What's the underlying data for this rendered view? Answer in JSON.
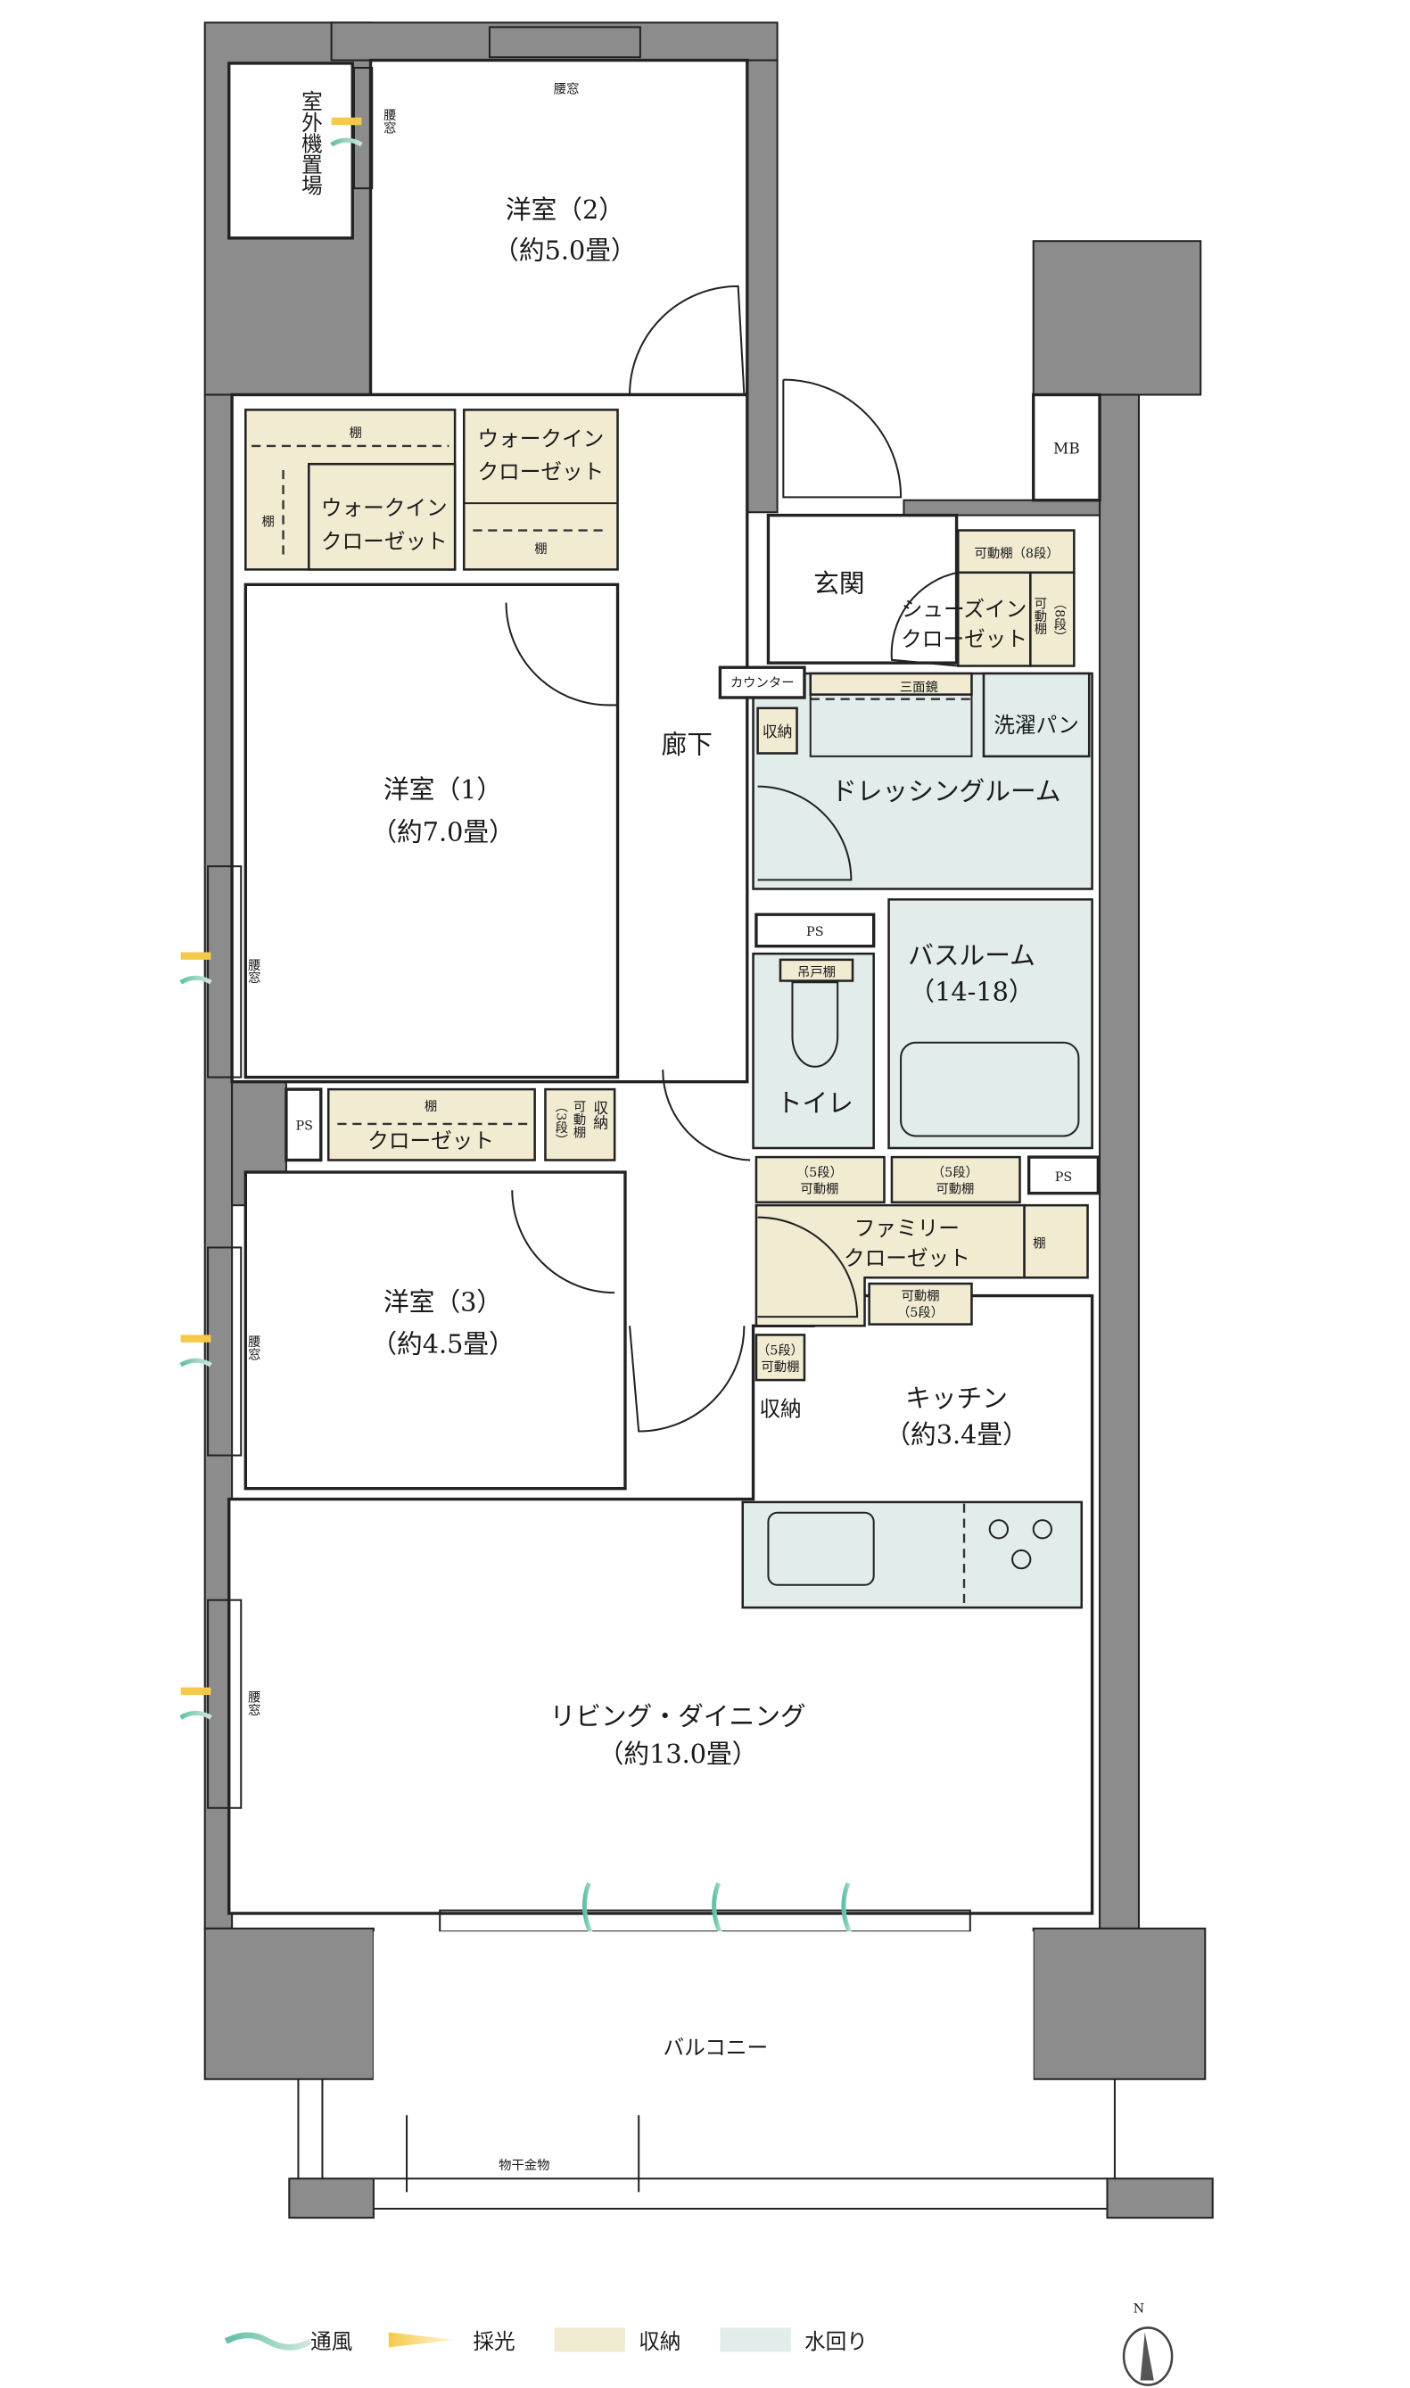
{
  "rooms": {
    "western2": {
      "name": "洋室（2）",
      "size": "（約5.0畳）"
    },
    "western1": {
      "name": "洋室（1）",
      "size": "（約7.0畳）"
    },
    "western3": {
      "name": "洋室（3）",
      "size": "（約4.5畳）"
    },
    "ldk": {
      "name": "リビング・ダイニング",
      "size": "（約13.0畳）"
    },
    "kitchen": {
      "name": "キッチン",
      "size": "（約3.4畳）"
    },
    "entrance": "玄関",
    "corridor": "廊下",
    "dressing": "ドレッシングルーム",
    "bath": {
      "name": "バスルーム",
      "size": "（14-18）"
    },
    "toilet": "トイレ",
    "balcony": "バルコニー",
    "outdoor_unit": "室外機置場"
  },
  "storage": {
    "wic": "ウォークイン",
    "wic2": "クローゼット",
    "shelf": "棚",
    "closet": "クローゼット",
    "movable": "可動棚",
    "movable_5": "（5段）",
    "movable_8_label": "可動棚（8段）",
    "movable_3": "（3段）",
    "storage": "収納",
    "shoe1": "シューズイン",
    "shoe2": "クローゼット",
    "family1": "ファミリー",
    "family2": "クローゼット",
    "hanging_shelf": "吊戸棚",
    "movable_8v": "（8段）"
  },
  "fixtures": {
    "window": "腰窓",
    "mb": "MB",
    "ps": "PS",
    "counter": "カウンター",
    "mirror": "三面鏡",
    "laundry_pan": "洗濯パン",
    "drying_hardware": "物干金物"
  },
  "legend": {
    "ventilation": "通風",
    "daylight": "採光",
    "storage": "収納",
    "wet_area": "水回り",
    "colors": {
      "ventilation": "#5fbfa6",
      "daylight": "#f5c94a",
      "storage": "#f1ebd2",
      "wet_area": "#e2ecea"
    }
  },
  "compass": {
    "north": "N"
  }
}
